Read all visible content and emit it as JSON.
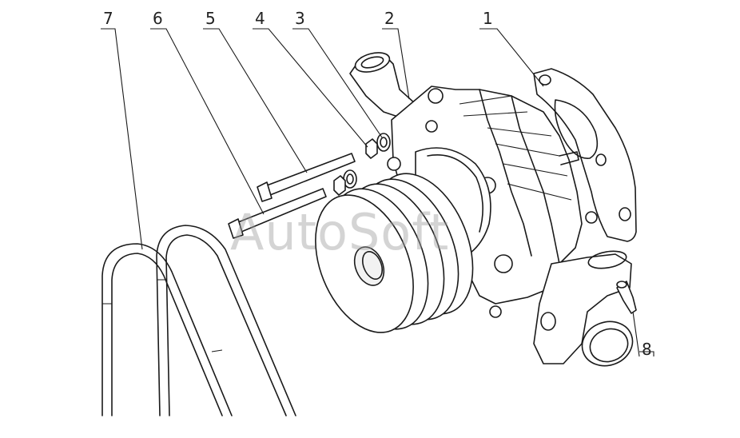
{
  "watermark": "AutoSoft",
  "callouts": [
    "1",
    "2",
    "3",
    "4",
    "5",
    "6",
    "7",
    "8"
  ]
}
